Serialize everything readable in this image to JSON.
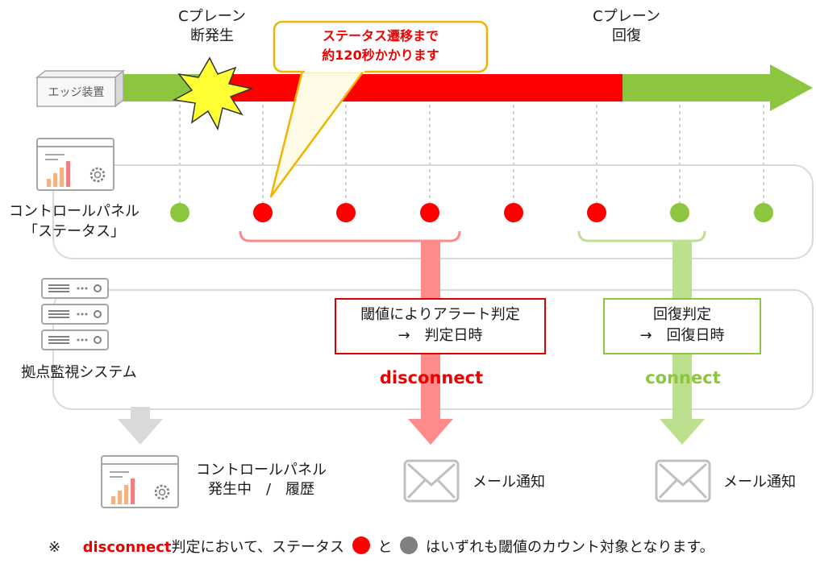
{
  "timeline": {
    "events": [
      {
        "lines": [
          "Cプレーン",
          "断発生"
        ]
      },
      {
        "lines": [
          "Cプレーン",
          "回復"
        ]
      }
    ],
    "callout_lines": [
      "ステータス遷移まで",
      "約120秒かかります"
    ],
    "device_label": "エッジ装置"
  },
  "status_panel": {
    "label_lines": [
      "コントロールパネル",
      "「ステータス」"
    ],
    "dots": [
      "green",
      "red",
      "red",
      "red",
      "red",
      "red",
      "green",
      "green"
    ]
  },
  "monitor": {
    "label": "拠点監視システム",
    "alert_box": {
      "lines": [
        "閾値によりアラート判定",
        "→　判定日時"
      ]
    },
    "recover_box": {
      "lines": [
        "回復判定",
        "→　回復日時"
      ]
    },
    "disconnect_label": "disconnect",
    "connect_label": "connect"
  },
  "outputs": {
    "panel_lines": [
      "コントロールパネル",
      "発生中　/　履歴"
    ],
    "mail_label_1": "メール通知",
    "mail_label_2": "メール通知"
  },
  "footnote": {
    "mark": "※",
    "keyword": "disconnect",
    "text_a": "判定において、ステータス",
    "text_b": "と",
    "text_c": "はいずれも閾値のカウント対象となります。"
  },
  "colors": {
    "red": "#ff0000",
    "green": "#8cc63f",
    "light_red": "#ff8a8a",
    "light_green": "#bde08f",
    "gray": "#cfcfcf",
    "dark_gray": "#808080",
    "callout_border": "#f0b400"
  }
}
